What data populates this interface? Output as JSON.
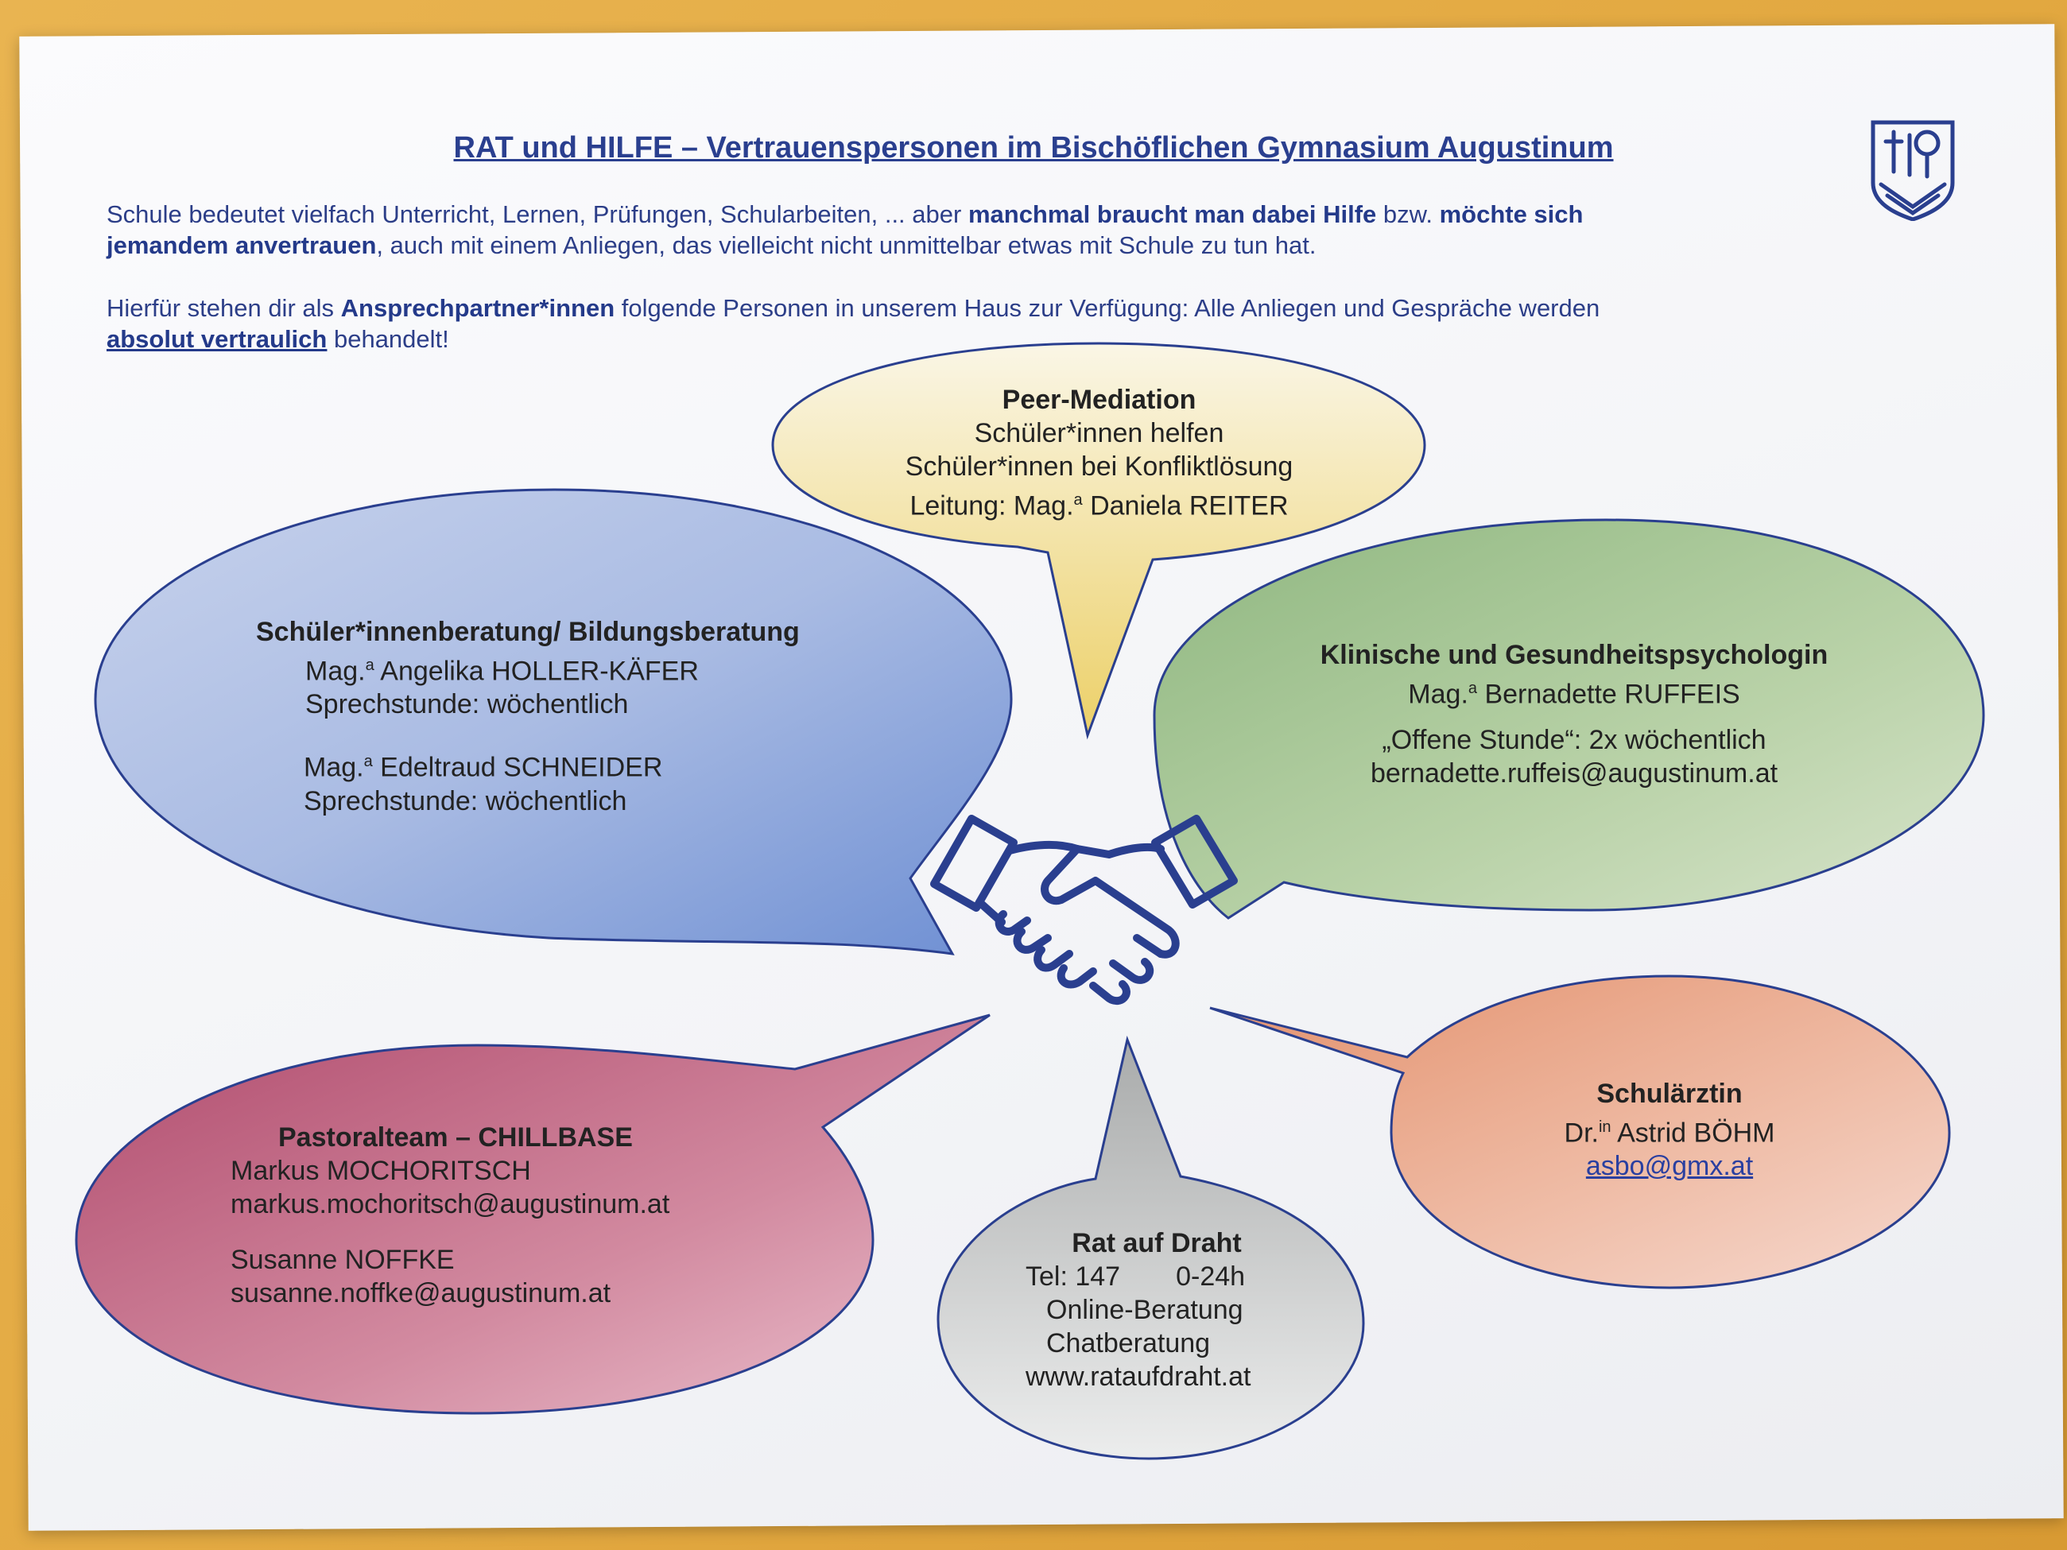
{
  "title": "RAT und HILFE – Vertrauenspersonen im Bischöflichen Gymnasium Augustinum",
  "intro": {
    "p1_a": "Schule bedeutet vielfach Unterricht, Lernen, Prüfungen, Schularbeiten, ... aber ",
    "p1_b": "manchmal braucht man dabei Hilfe",
    "p1_c": " bzw. ",
    "p1_d": "möchte sich",
    "p1_e": "jemandem anvertrauen",
    "p1_f": ", auch mit einem Anliegen, das vielleicht nicht unmittelbar etwas mit Schule zu tun hat.",
    "p2_a": "Hierfür stehen dir als ",
    "p2_b": "Ansprechpartner*innen",
    "p2_c": " folgende Personen in unserem Haus zur Verfügung: Alle Anliegen und Gespräche werden",
    "p2_d": "absolut vertraulich",
    "p2_e": " behandelt!"
  },
  "peer": {
    "head": "Peer-Mediation",
    "line1": "Schüler*innen helfen",
    "line2": "Schüler*innen bei Konfliktlösung",
    "line3_pre": "Leitung: Mag.",
    "line3_sup": "a",
    "line3_post": " Daniela REITER"
  },
  "beratung": {
    "head": "Schüler*innenberatung/ Bildungsberatung",
    "p1_pre": "Mag.",
    "p1_sup": "a",
    "p1_name": " Angelika HOLLER-KÄFER",
    "p1_time": "Sprechstunde: wöchentlich",
    "p2_pre": "Mag.",
    "p2_sup": "a",
    "p2_name": " Edeltraud SCHNEIDER",
    "p2_time": "Sprechstunde: wöchentlich"
  },
  "psych": {
    "head": "Klinische und Gesundheitspsychologin",
    "name_pre": "Mag.",
    "name_sup": "a",
    "name_post": " Bernadette RUFFEIS",
    "hours": "„Offene Stunde“: 2x wöchentlich",
    "email": "bernadette.ruffeis@augustinum.at"
  },
  "pastoral": {
    "head": "Pastoralteam – CHILLBASE",
    "p1_name": "Markus MOCHORITSCH",
    "p1_email": "markus.mochoritsch@augustinum.at",
    "p2_name": "Susanne NOFFKE",
    "p2_email": "susanne.noffke@augustinum.at"
  },
  "rat": {
    "head": "Rat auf Draht",
    "tel": "Tel: 147",
    "hours": "0-24h",
    "line2": "Online-Beratung",
    "line3": "Chatberatung",
    "line4": "www.rataufdraht.at"
  },
  "arzt": {
    "head": "Schulärztin",
    "name_pre": "Dr.",
    "name_sup": "in",
    "name_post": " Astrid BÖHM",
    "email": "asbo@gmx.at"
  },
  "colors": {
    "navy": "#2a3f8f",
    "peer": "#f2dc86",
    "beratung": "#8fa7d9",
    "psych": "#a4c48e",
    "pastoral": "#c9708a",
    "rat": "#c4c6c6",
    "arzt": "#e8a184"
  },
  "icons": [
    "handshake-icon",
    "school-logo-icon"
  ]
}
